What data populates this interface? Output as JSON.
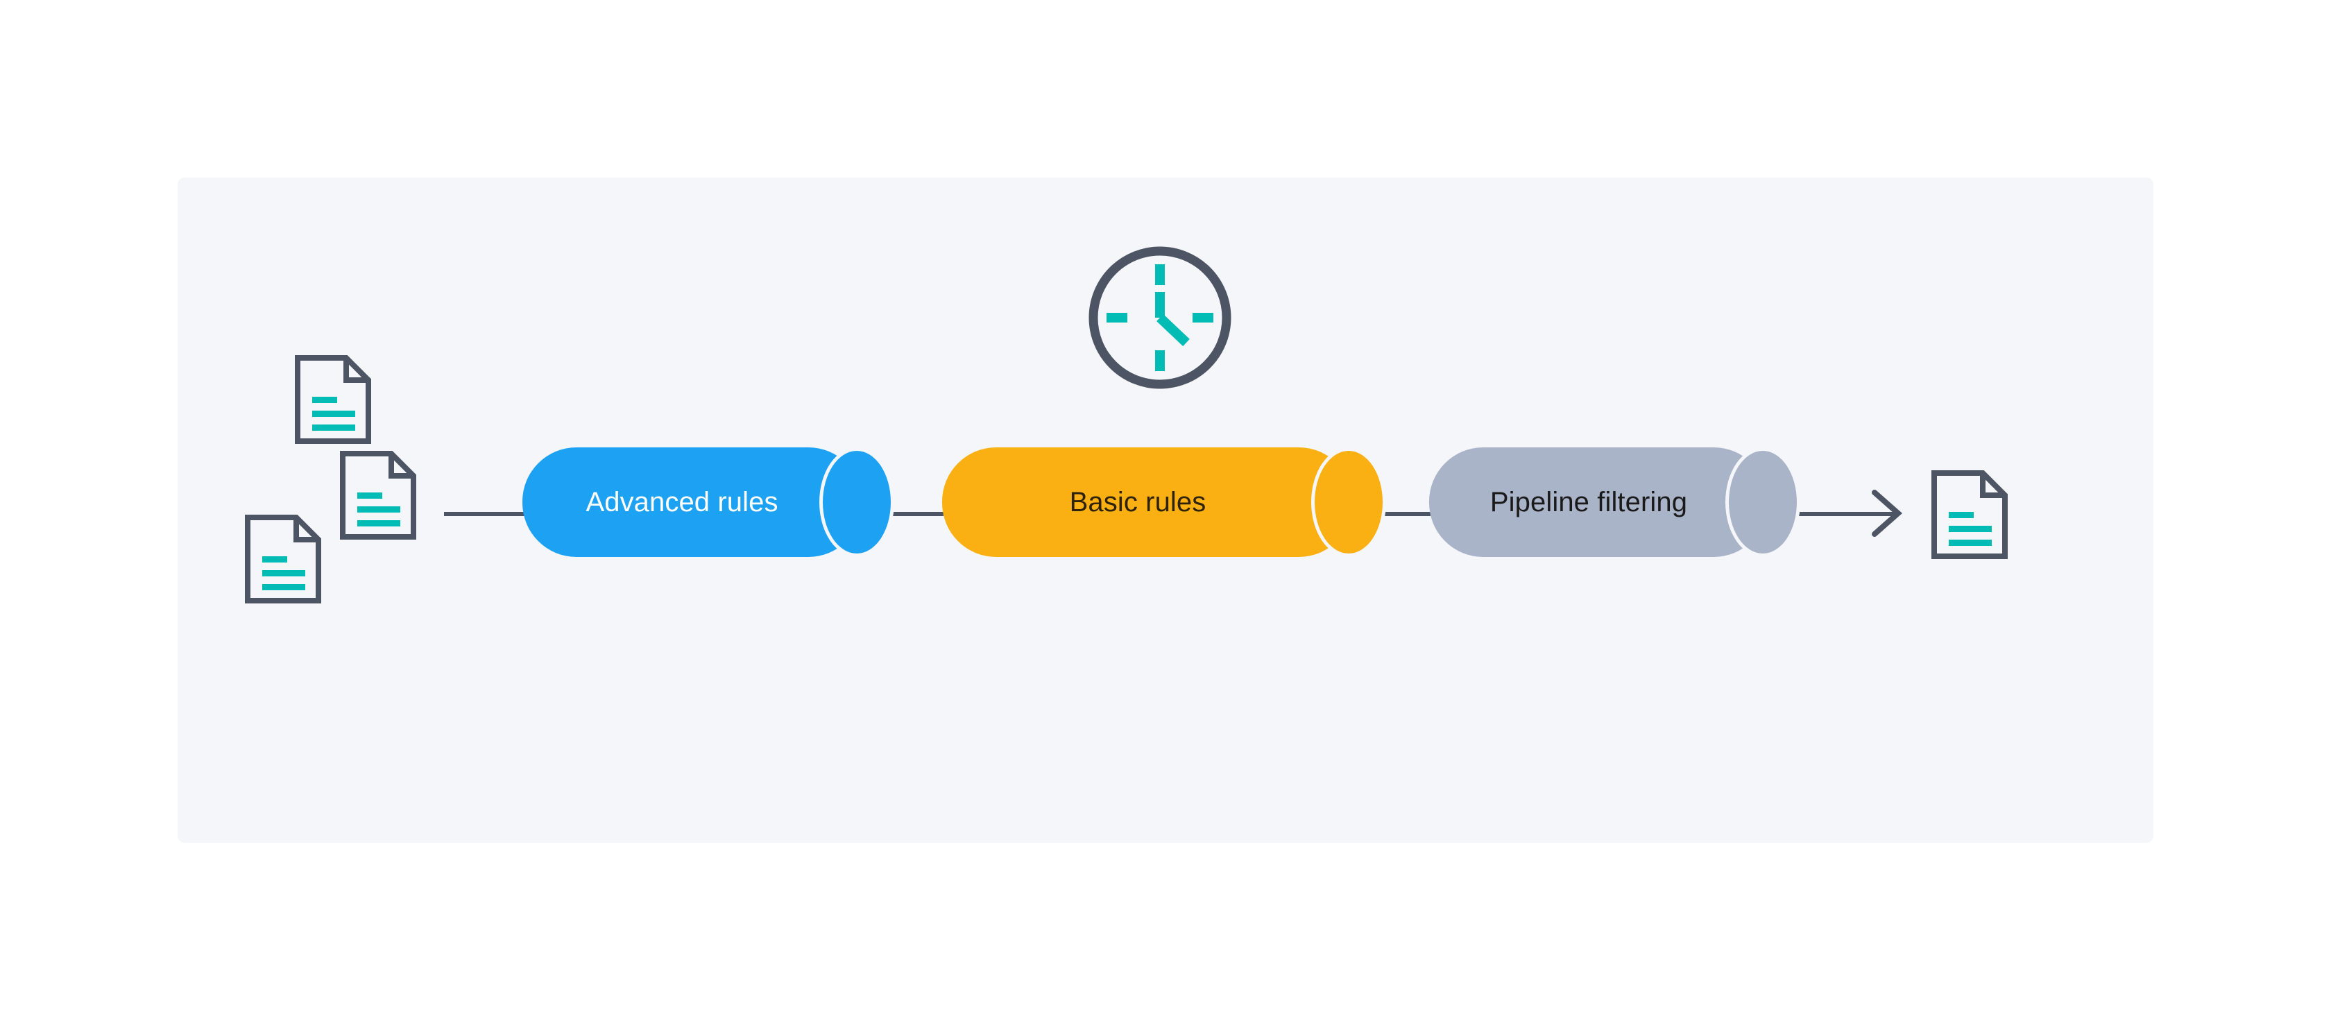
{
  "diagram": {
    "title": "Rules pipeline flow",
    "panel": {
      "background_color": "#f4f6fa"
    },
    "palette": {
      "blue": "#1da1f2",
      "orange": "#fab013",
      "gray": "#aab4c8",
      "slate": "#4d5564",
      "teal": "#00bcb4",
      "panel_bg": "#f4f6fa",
      "white": "#ffffff",
      "black": "#1a1a1a",
      "dark_brown": "#2e2208"
    },
    "input_documents": [
      {
        "name": "input-document-1"
      },
      {
        "name": "input-document-2"
      },
      {
        "name": "input-document-3"
      }
    ],
    "clock": {
      "name": "clock-icon",
      "hour_hand": "12",
      "minute_hand": "4",
      "ticks": [
        "12",
        "3",
        "6",
        "9"
      ]
    },
    "stages": [
      {
        "label": "Advanced rules",
        "fill": "#1da1f2",
        "text_color": "#ffffff"
      },
      {
        "label": "Basic rules",
        "fill": "#fab013",
        "text_color": "#2e2208"
      },
      {
        "label": "Pipeline filtering",
        "fill": "#aab4c8",
        "text_color": "#1a1a1a"
      }
    ],
    "output_document": {
      "name": "output-document"
    },
    "arrow": {
      "name": "flow-arrow-right",
      "direction": "right"
    }
  }
}
